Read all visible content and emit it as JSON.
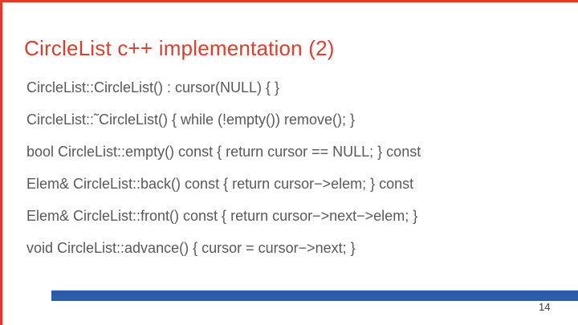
{
  "slide": {
    "title": "CircleList c++ implementation (2)",
    "code_lines": [
      "CircleList::CircleList() : cursor(NULL) { }",
      "CircleList::˜CircleList() { while (!empty()) remove(); }",
      "bool CircleList::empty() const { return cursor == NULL; } const",
      "Elem& CircleList::back() const { return cursor−>elem; } const",
      "Elem& CircleList::front() const { return cursor−>next−>elem; }",
      "void CircleList::advance() { cursor = cursor−>next; }"
    ],
    "page_number": "14"
  },
  "colors": {
    "background": "#ffffff",
    "accent_red": "#e03a2b",
    "title_red": "#d8402f",
    "bar_blue": "#2a5caa",
    "body_text": "#595959",
    "page_number_text": "#3d3d3d"
  }
}
